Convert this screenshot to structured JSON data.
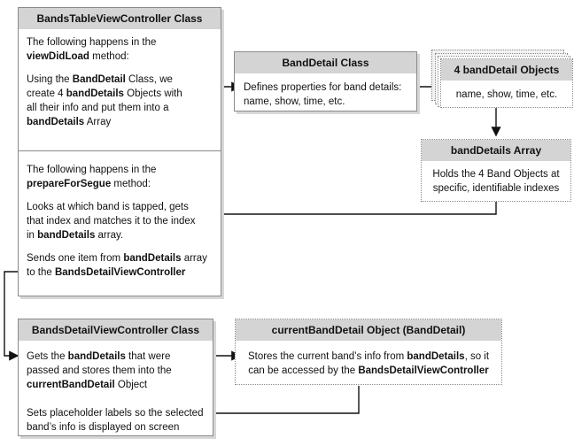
{
  "bands_table": {
    "header": "BandsTableViewController Class",
    "s1_p1a": "The following happens in the",
    "s1_p1b": "viewDidLoad",
    "s1_p1c": " method:",
    "s1_p2a": "Using the ",
    "s1_p2b": "BandDetail",
    "s1_p2c": " Class, we",
    "s1_p2d": "create 4 ",
    "s1_p2e": "bandDetails",
    "s1_p2f": " Objects with",
    "s1_p2g": "all their info and put them into a",
    "s1_p2h": "bandDetails",
    "s1_p2i": " Array",
    "s2_p1a": "The following happens in the",
    "s2_p1b": "prepareForSegue",
    "s2_p1c": " method:",
    "s2_p2a": "Looks at which band is tapped, gets",
    "s2_p2b": "that index and matches it to the index",
    "s2_p2c": "in ",
    "s2_p2d": "bandDetails",
    "s2_p2e": " array.",
    "s2_p3a": "Sends one item from ",
    "s2_p3b": "bandDetails",
    "s2_p3c": " array",
    "s2_p3d": "to the ",
    "s2_p3e": "BandsDetailViewController"
  },
  "band_detail_class": {
    "header": "BandDetail Class",
    "line1": "Defines properties for band details:",
    "line2": "name, show, time, etc."
  },
  "band_detail_objects": {
    "header": "4 bandDetail Objects",
    "line1": "name, show, time, etc."
  },
  "band_details_array": {
    "header": "bandDetails Array",
    "line1": "Holds the 4 Band Objects at",
    "line2": "specific, identifiable indexes"
  },
  "detail_vc": {
    "header": "BandsDetailViewController Class",
    "p1a": "Gets the ",
    "p1b": "bandDetails",
    "p1c": " that were",
    "p1d": "passed and stores them into the",
    "p1e": "currentBandDetail",
    "p1f": " Object",
    "p2a": "Sets placeholder labels so the selected",
    "p2b": "band’s info is displayed on screen"
  },
  "current_band_detail": {
    "header": "currentBandDetail Object (BandDetail)",
    "line1a": "Stores the current band’s info from ",
    "line1b": "bandDetails",
    "line1c": ", so it",
    "line2a": "can be accessed by the ",
    "line2b": "BandsDetailViewController"
  }
}
